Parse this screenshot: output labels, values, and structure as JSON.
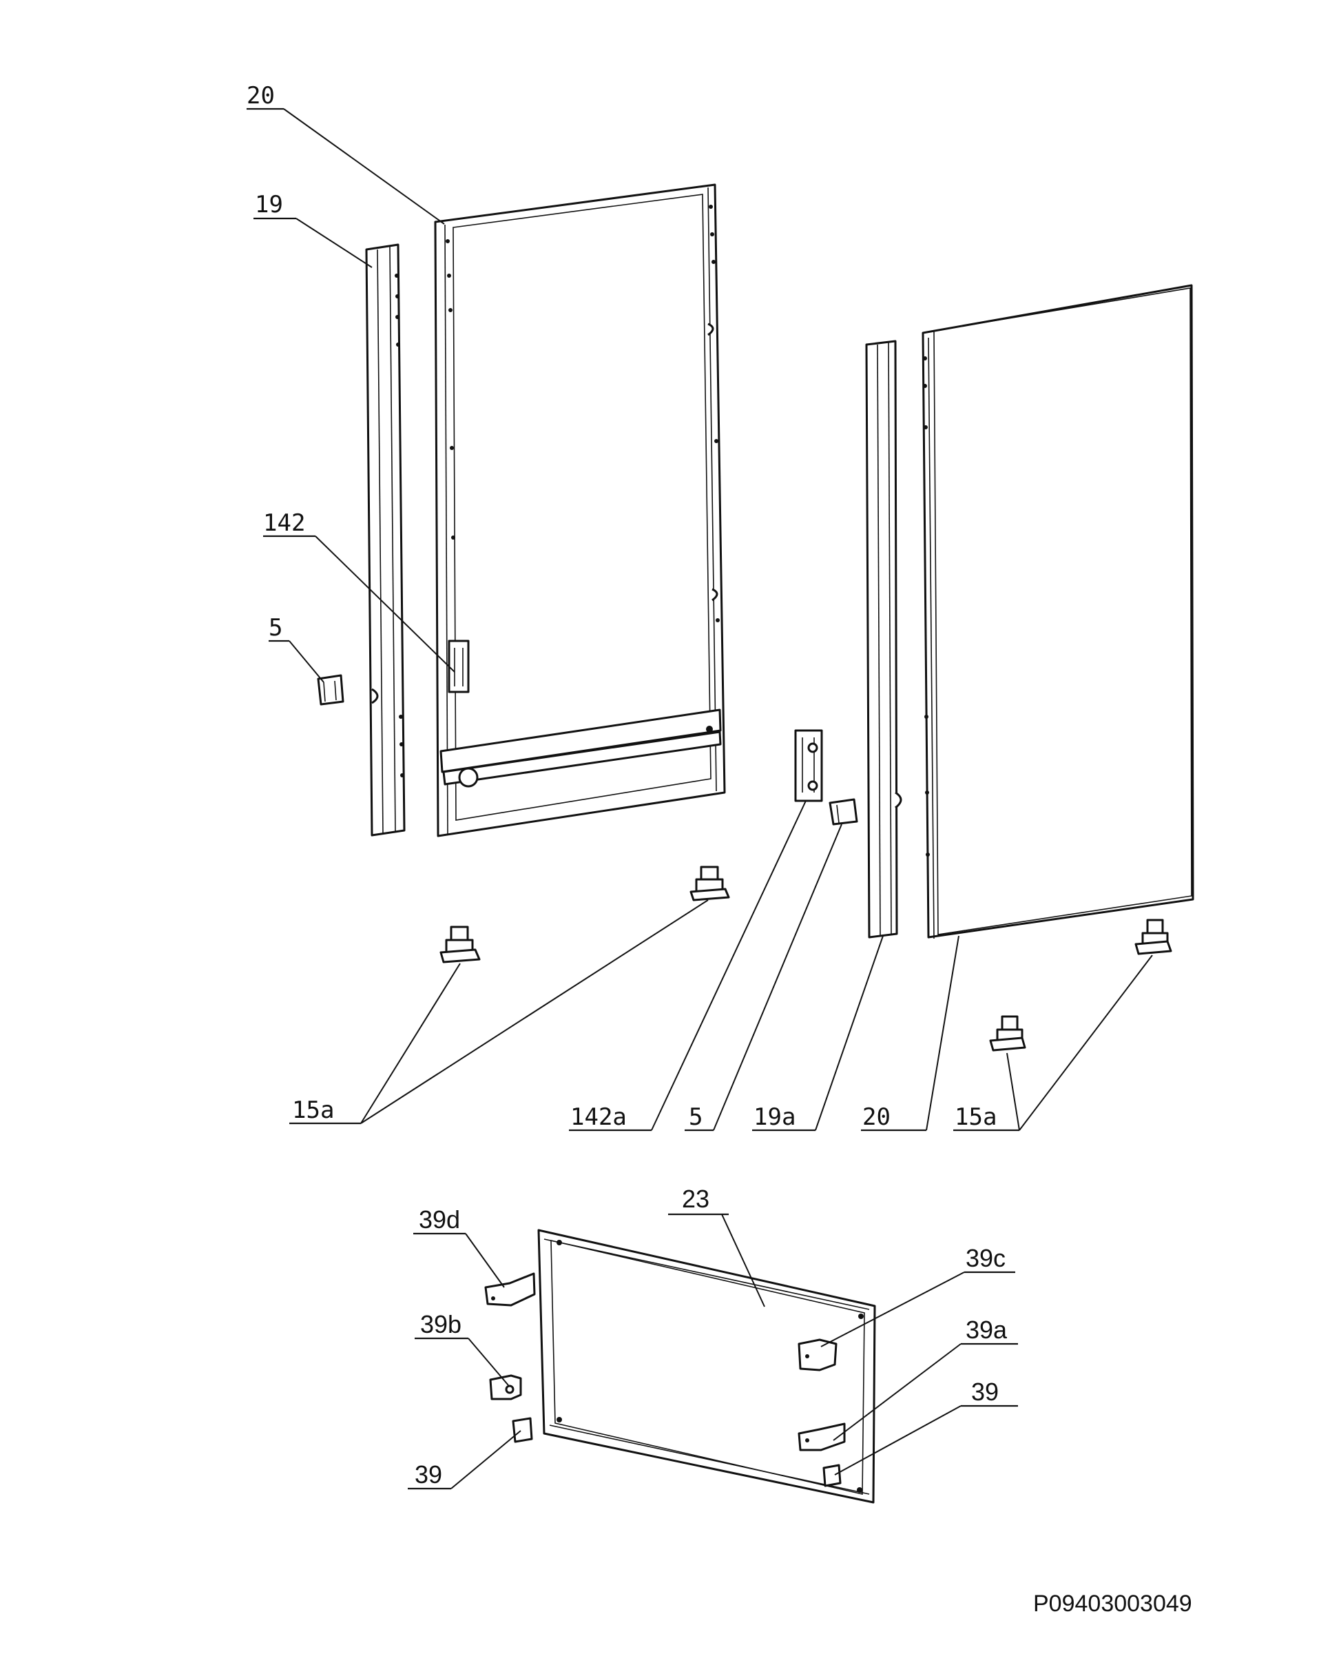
{
  "callouts": {
    "l20_top": "20",
    "l19": "19",
    "l142": "142",
    "l5_left": "5",
    "l15a_left": "15a",
    "l142a": "142a",
    "l5_mid": "5",
    "l19a": "19a",
    "l20_mid": "20",
    "l15a_right": "15a",
    "l23": "23",
    "l39d": "39d",
    "l39b": "39b",
    "l39_left": "39",
    "l39c": "39c",
    "l39a": "39a",
    "l39_right": "39"
  },
  "reference_code": "P09403003049",
  "icons": {
    "hinge": "hinge-icon",
    "foot": "adjustable-foot-icon",
    "bracket": "bracket-icon"
  }
}
